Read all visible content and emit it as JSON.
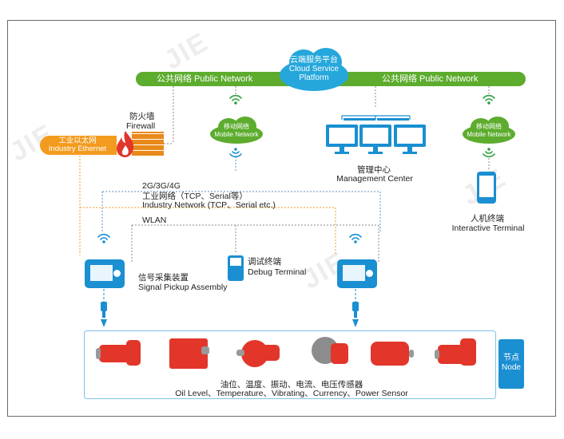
{
  "watermark": "JIE",
  "cloud": {
    "line1": "云端服务平台",
    "line2": "Cloud Service",
    "line3": "Platform"
  },
  "public_network": {
    "left": "公共网络 Public Network",
    "right": "公共网络 Public Network"
  },
  "firewall": {
    "zh": "防火墙",
    "en": "Firewall"
  },
  "industry_ethernet": {
    "zh": "工业以太网",
    "en": "Industry Ethernet"
  },
  "mobile_network_left": {
    "zh": "移动网络",
    "en": "Mobile Network"
  },
  "mobile_network_right": {
    "zh": "移动网络",
    "en": "Mobile Network"
  },
  "management_center": {
    "zh": "管理中心",
    "en": "Management Center"
  },
  "interactive_terminal": {
    "zh": "人机终端",
    "en": "Interactive Terminal"
  },
  "network_labels": {
    "g": "2G/3G/4G",
    "ind_zh": "工业网络（TCP、Serial等）",
    "ind_en": "Industry Network (TCP、Serial etc.)",
    "wlan": "WLAN"
  },
  "signal_pickup": {
    "zh": "信号采集装置",
    "en": "Signal Pickup Assembly"
  },
  "debug_terminal": {
    "zh": "调试终端",
    "en": "Debug Terminal"
  },
  "node": {
    "zh": "节点",
    "en": "Node"
  },
  "sensors": {
    "zh": "油位、温度、振动、电流、电压传感器",
    "en": "Oil Level、Temperature、Vibrating、Currency、Power Sensor"
  },
  "colors": {
    "green": "#5dac2e",
    "blue": "#1a8fd1",
    "orange": "#f39b1f",
    "red": "#e2362a",
    "cloud_blue": "#25a7db"
  },
  "icons": [
    "wifi-icon",
    "flame-icon",
    "monitor-icon",
    "phone-icon",
    "motor-icon",
    "device-icon"
  ]
}
